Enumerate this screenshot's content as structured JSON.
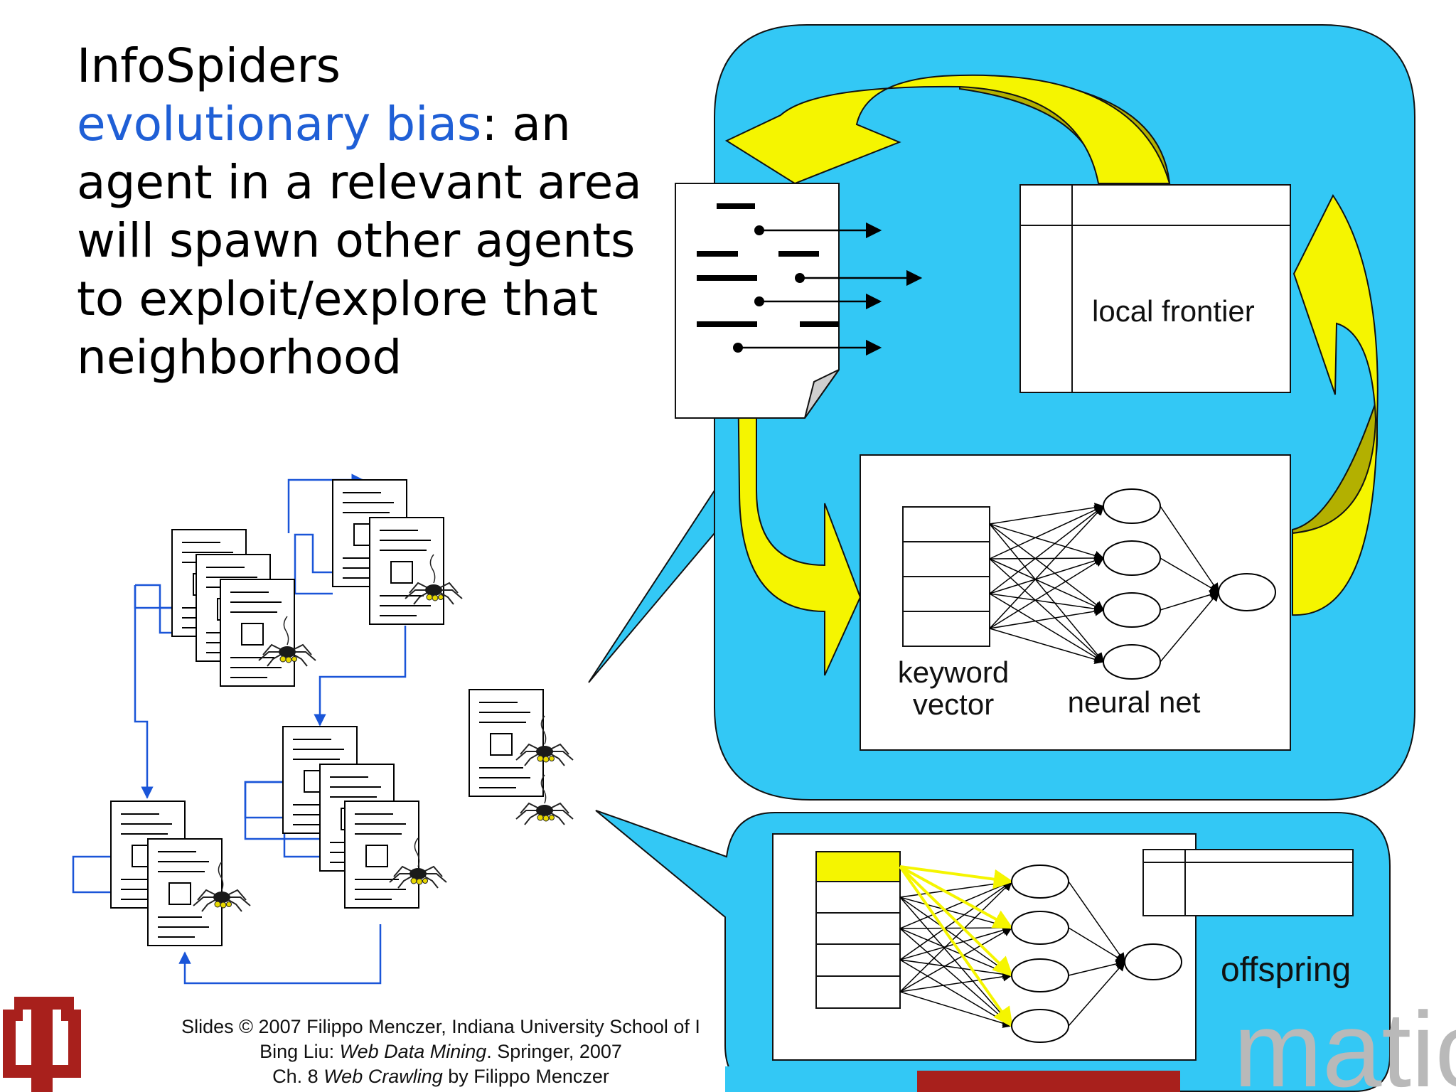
{
  "slide": {
    "title": "InfoSpiders",
    "accent_phrase": "evolutionary bias",
    "body_after_accent": ": an",
    "body_lines": [
      "agent in a relevant area",
      "will spawn other agents",
      "to exploit/explore that",
      "neighborhood"
    ]
  },
  "diagram": {
    "local_frontier_label": "local frontier",
    "keyword_label_1": "keyword",
    "keyword_label_2": "vector",
    "neural_net_label": "neural net",
    "offspring_label": "offspring",
    "watermark_text": "matics"
  },
  "credits": {
    "line1": "Slides © 2007 Filippo Menczer, Indiana University School of I",
    "line2_plain": "Bing Liu: ",
    "line2_italic": "Web Data Mining",
    "line2_end": ". Springer, 2007",
    "line3_plain": "Ch. 8 ",
    "line3_italic": "Web Crawling",
    "line3_end": " by Filippo Menczer"
  },
  "colors": {
    "bubble_blue": "#33c8f5",
    "arrow_yellow": "#f5f500",
    "arrow_olive": "#b3b000",
    "accent_blue": "#1f5fd6",
    "link_blue": "#1a55d8",
    "iu_red": "#a8201c"
  },
  "icons": [
    "iu-trident-logo",
    "spider-icon",
    "web-page-icon"
  ]
}
